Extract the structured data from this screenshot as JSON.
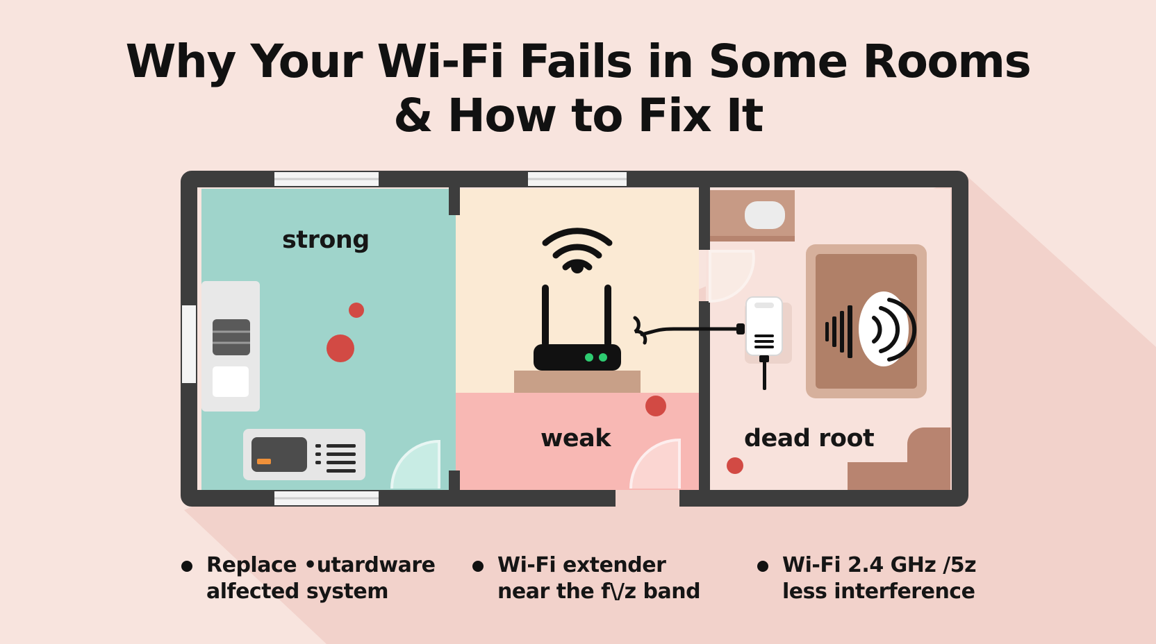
{
  "title": {
    "line1": "Why Your Wi-Fi Fails in Some Rooms",
    "line2": "& How to Fix It"
  },
  "rooms": {
    "strong": "strong",
    "weak": "weak",
    "dead": "dead root"
  },
  "icons": [
    "wifi-signal-icon",
    "router-icon",
    "plug-extender-icon",
    "speaker-icon"
  ],
  "colors": {
    "background": "#f8e4de",
    "room_strong": "#9fd4cb",
    "room_router": "#fbead4",
    "room_weak": "#f8b8b4",
    "room_dead": "#f8e2dc",
    "walls": "#3d3d3d",
    "interference_dot": "#d24a44",
    "router_led": "#2ecc71"
  },
  "tips": [
    {
      "line1": "Replace •utardware",
      "line2": "alfected system"
    },
    {
      "line1": "Wi-Fi extender",
      "line2": "near the f\\/z band"
    },
    {
      "line1": "Wi-Fi 2.4 GHz /5z",
      "line2": "less interference"
    }
  ]
}
